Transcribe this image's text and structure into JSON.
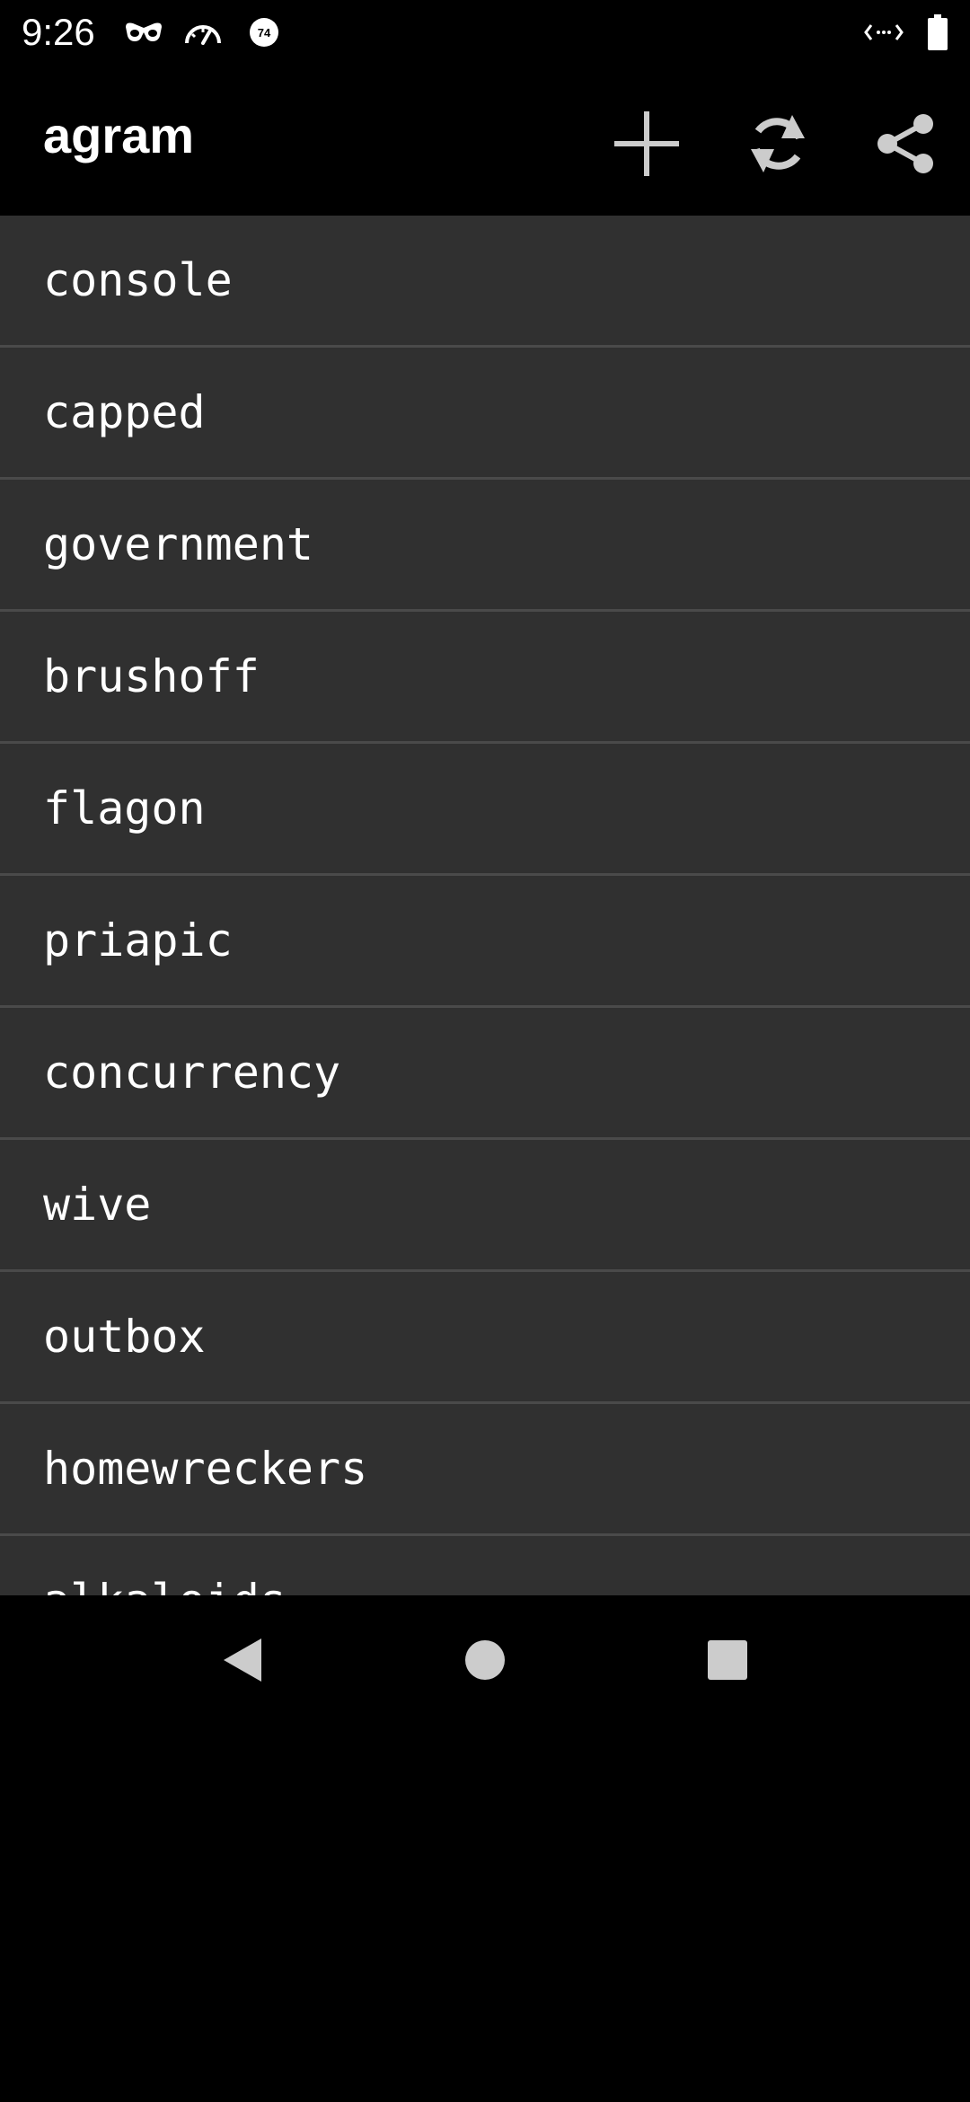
{
  "status_bar": {
    "time": "9:26",
    "icons": [
      "incognito-icon",
      "speedometer-icon",
      "badge-74-icon",
      "data-arrows-icon",
      "battery-icon"
    ],
    "badge_number": "74"
  },
  "app_bar": {
    "title": "agram",
    "actions": [
      "add-icon",
      "refresh-icon",
      "share-icon"
    ]
  },
  "list": {
    "items": [
      "console",
      "capped",
      "government",
      "brushoff",
      "flagon",
      "priapic",
      "concurrency",
      "wive",
      "outbox",
      "homewreckers",
      "alkaloids"
    ]
  },
  "nav_bar": {
    "buttons": [
      "back-icon",
      "home-icon",
      "recents-icon"
    ]
  },
  "colors": {
    "background": "#000000",
    "list_background": "#303030",
    "divider": "#4a4a4a",
    "text": "#ffffff",
    "icon": "#cccccc"
  }
}
